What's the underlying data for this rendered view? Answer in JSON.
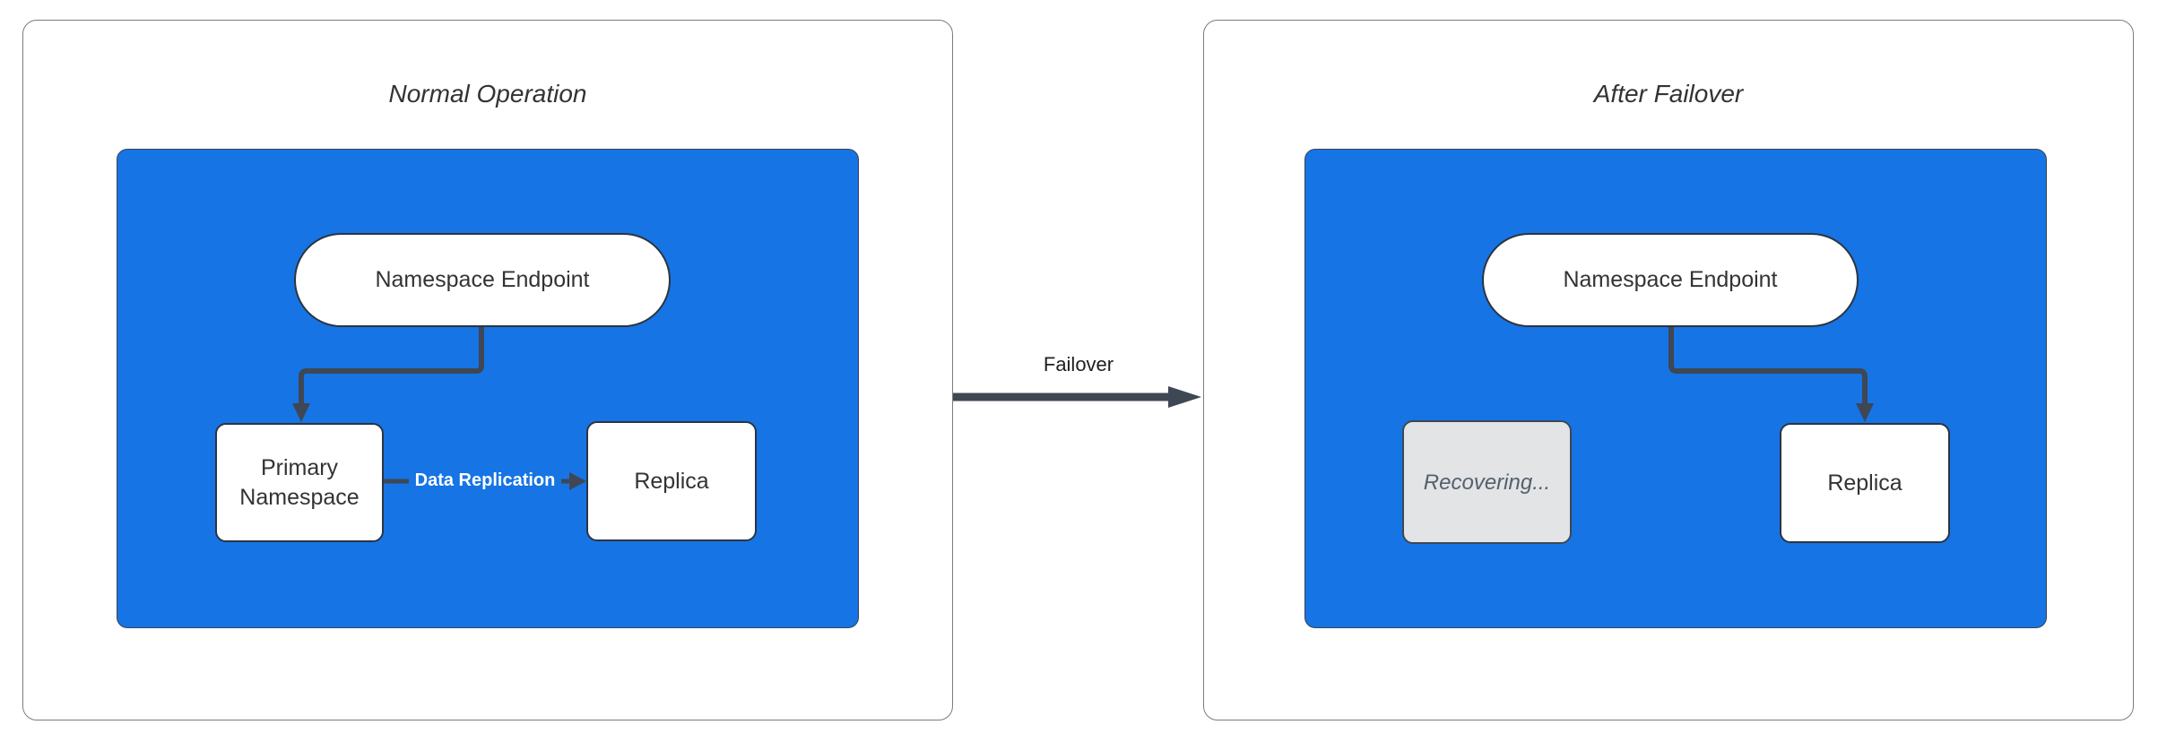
{
  "left_panel": {
    "title": "Normal Operation",
    "endpoint_label": "Namespace Endpoint",
    "primary_label": "Primary Namespace",
    "replica_label": "Replica",
    "replication_label": "Data Replication"
  },
  "transition": {
    "label": "Failover"
  },
  "right_panel": {
    "title": "After Failover",
    "endpoint_label": "Namespace Endpoint",
    "recovering_label": "Recovering...",
    "replica_label": "Replica"
  },
  "colors": {
    "cluster_fill": "#1674e5",
    "edge": "#3e4753",
    "node_border": "#2b3440",
    "node_fill": "#ffffff",
    "disabled_fill": "#e2e4e6",
    "disabled_text": "#55606c",
    "panel_border": "#7c7c7c",
    "text": "#333333",
    "edge_label_text": "#ffffff"
  }
}
